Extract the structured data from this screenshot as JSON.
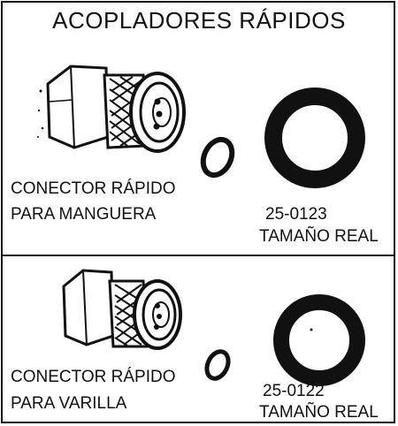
{
  "title": "ACOPLADORES RÁPIDOS",
  "sections": [
    {
      "connector_line1": "CONECTOR RÁPIDO",
      "connector_line2": "PARA MANGUERA",
      "part_number": "25-0123",
      "size_label": "TAMAÑO REAL"
    },
    {
      "connector_line1": "CONECTOR RÁPIDO",
      "connector_line2": "PARA VARILLA",
      "part_number": "25-0122",
      "size_label": "TAMAÑO REAL"
    }
  ]
}
